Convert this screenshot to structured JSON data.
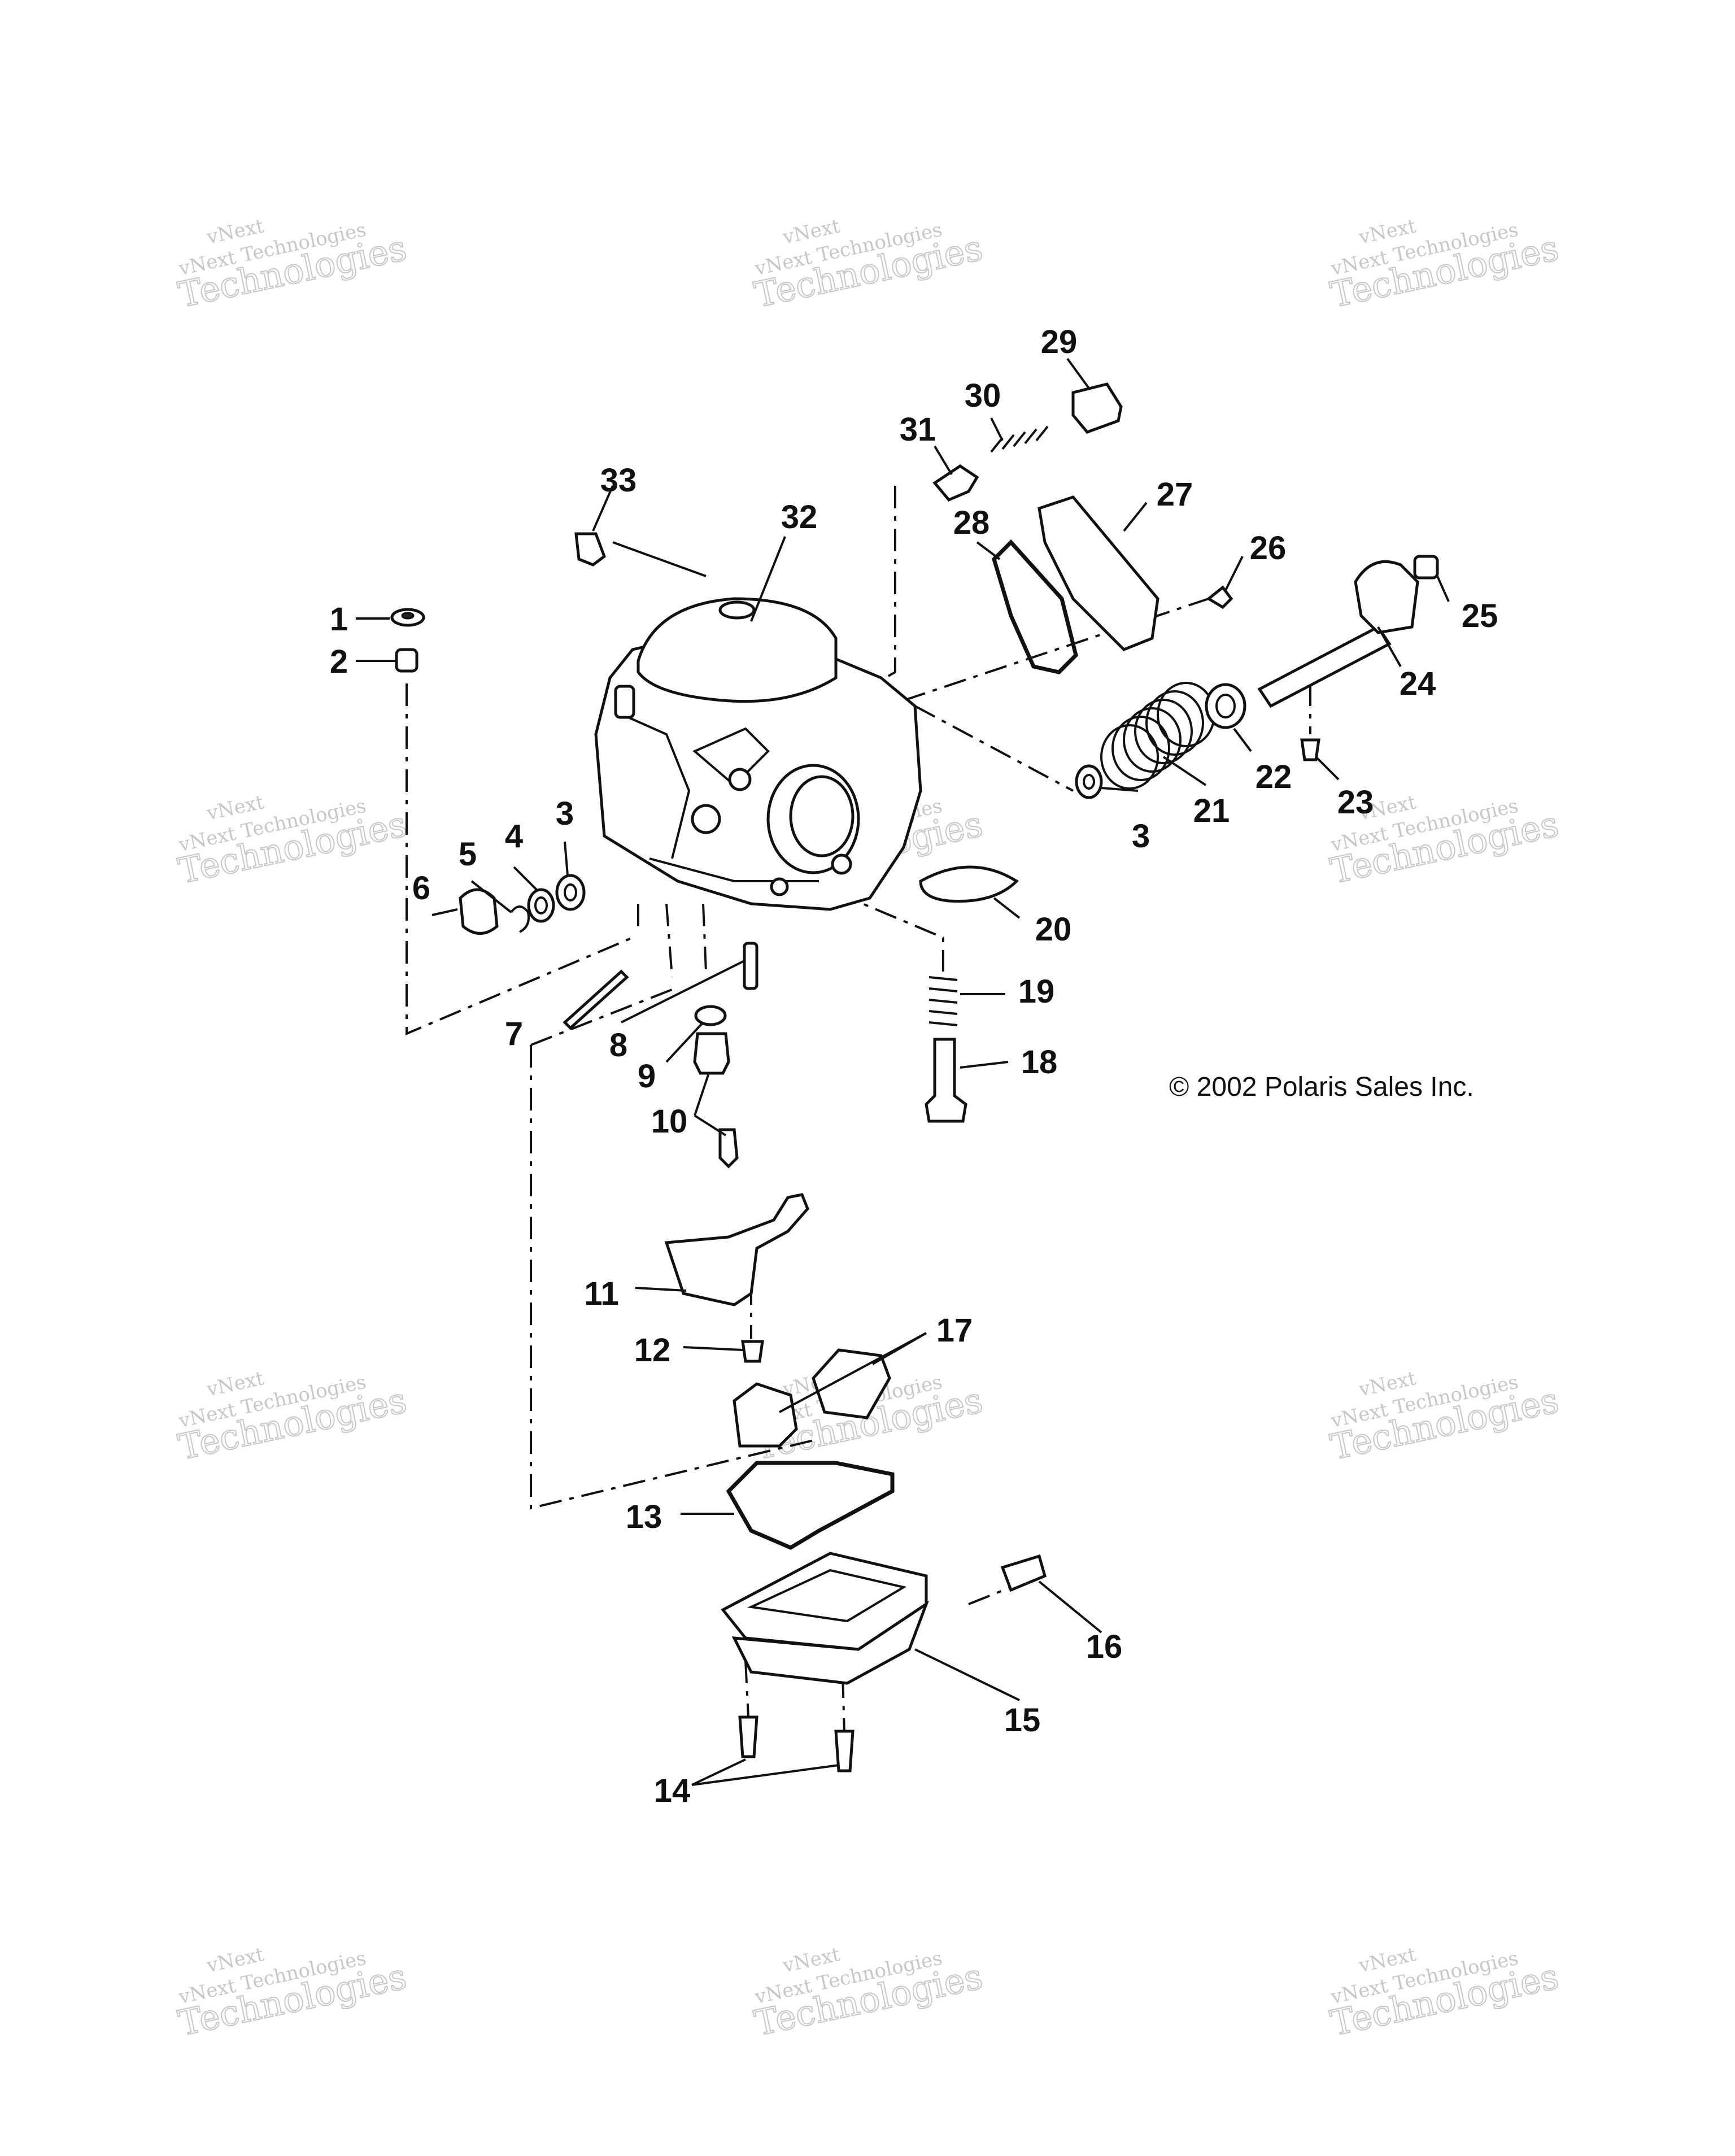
{
  "copyright": "© 2002 Polaris Sales Inc.",
  "watermark": {
    "line1": "vNext",
    "line2": "vNext Technologies",
    "line3": "Technologies"
  },
  "callouts": {
    "c1": "1",
    "c2": "2",
    "c3a": "3",
    "c3b": "3",
    "c4": "4",
    "c5": "5",
    "c6": "6",
    "c7": "7",
    "c8": "8",
    "c9": "9",
    "c10": "10",
    "c11": "11",
    "c12": "12",
    "c13": "13",
    "c14": "14",
    "c15": "15",
    "c16": "16",
    "c17": "17",
    "c18": "18",
    "c19": "19",
    "c20": "20",
    "c21": "21",
    "c22": "22",
    "c23": "23",
    "c24": "24",
    "c25": "25",
    "c26": "26",
    "c27": "27",
    "c28": "28",
    "c29": "29",
    "c30": "30",
    "c31": "31",
    "c32": "32",
    "c33": "33"
  }
}
